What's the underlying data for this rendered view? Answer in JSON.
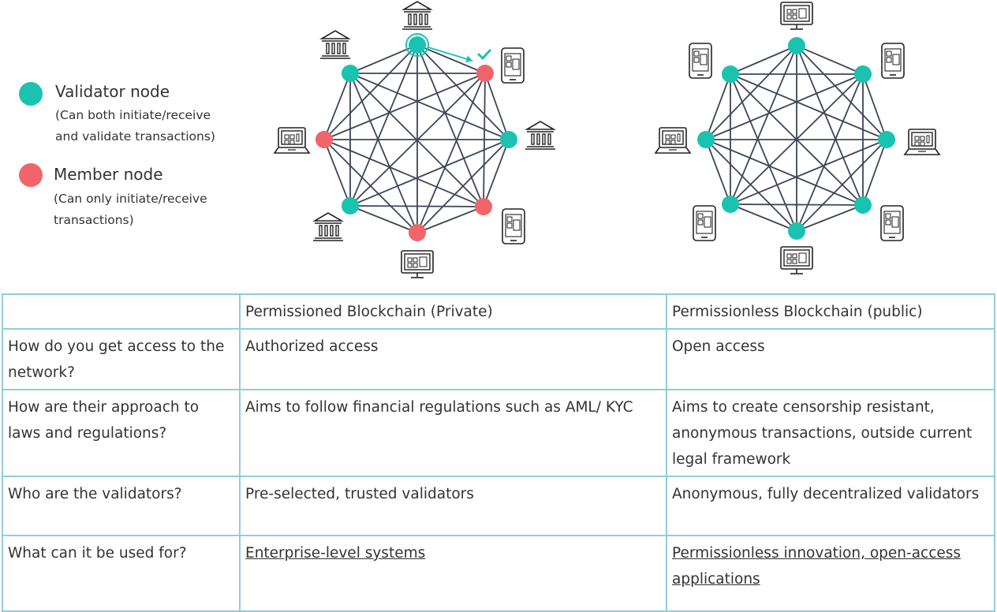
{
  "legend": {
    "validator": {
      "title": "Validator node",
      "desc_line1": "(Can both initiate/receive",
      "desc_line2": "and validate transactions)",
      "color": "#19c3b0"
    },
    "member": {
      "title": "Member node",
      "desc_line1": "(Can only initiate/receive",
      "desc_line2": "transactions)",
      "color": "#f0646a"
    }
  },
  "networks": {
    "line_color": "#3d4656",
    "permissioned": {
      "node_roles": [
        "validator",
        "member",
        "validator",
        "member",
        "member",
        "validator",
        "member",
        "validator"
      ],
      "device_icons": [
        "bank-icon",
        "phone-icon",
        "bank-icon",
        "phone-icon",
        "monitor-icon",
        "bank-icon",
        "laptop-icon",
        "bank-icon"
      ],
      "highlighted_node": 0,
      "arrow_target_node": 1
    },
    "permissionless": {
      "node_roles": [
        "validator",
        "validator",
        "validator",
        "validator",
        "validator",
        "validator",
        "validator",
        "validator"
      ],
      "device_icons": [
        "monitor-icon",
        "phone-icon",
        "laptop-icon",
        "phone-icon",
        "monitor-icon",
        "phone-icon",
        "laptop-icon",
        "phone-icon"
      ]
    }
  },
  "table": {
    "headers": [
      "",
      "Permissioned Blockchain (Private)",
      "Permissionless Blockchain (public)"
    ],
    "rows": [
      {
        "question": "How do you get access to the network?",
        "private": "Authorized access",
        "public": "Open access"
      },
      {
        "question": "How are their approach to laws and regulations?",
        "private": "Aims to follow financial regulations such as AML/ KYC",
        "public": "Aims to create censorship resistant, anonymous transactions, outside current legal framework"
      },
      {
        "question": "Who are the validators?",
        "private": "Pre-selected, trusted validators",
        "public": "Anonymous, fully decentralized validators"
      },
      {
        "question": "What can it be used for?",
        "private": "Enterprise-level systems",
        "public": "Permissionless innovation, open-access applications"
      }
    ],
    "border_color": "#8fcfd9"
  }
}
